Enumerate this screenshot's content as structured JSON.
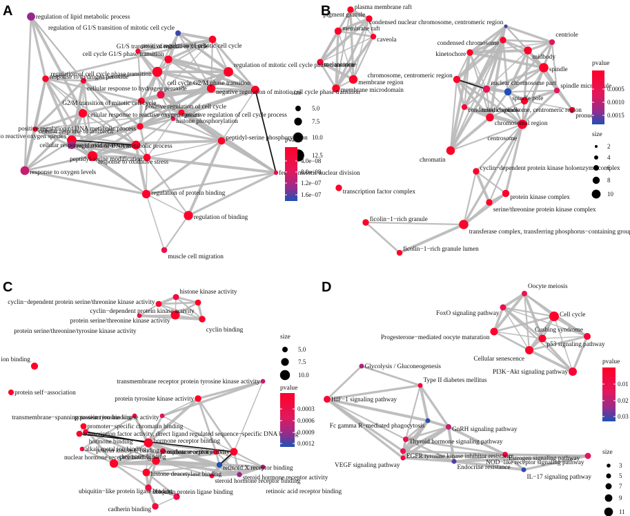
{
  "figure": {
    "panels": [
      {
        "id": "A",
        "letter": "A",
        "nodes": [
          {
            "id": "a1",
            "label": "regulation of lipid metabolic process",
            "pv": 1.3e-07,
            "size": 10.0
          },
          {
            "id": "a2",
            "label": "regulation of G1/S transition of mitotic cell cycle",
            "pv": 1.6e-07,
            "size": 6.5
          },
          {
            "id": "a3",
            "label": "G1/S transition of mitotic cell cycle",
            "pv": 1e-08,
            "size": 9.0
          },
          {
            "id": "a4",
            "label": "positive regulation of mitotic cell cycle",
            "pv": 3e-08,
            "size": 6.0
          },
          {
            "id": "a5",
            "label": "cell cycle G1/S phase transition",
            "pv": 1e-08,
            "size": 9.5
          },
          {
            "id": "a6",
            "label": "regulation of mitotic cell cycle phase transition",
            "pv": 1e-08,
            "size": 12.0
          },
          {
            "id": "a7",
            "label": "response to hydrogen peroxide",
            "pv": 1e-08,
            "size": 8.0
          },
          {
            "id": "a8",
            "label": "regulation of cell cycle phase transition",
            "pv": 1e-08,
            "size": 12.5
          },
          {
            "id": "a9",
            "label": "cellular response to hydrogen peroxide",
            "pv": 2e-08,
            "size": 6.5
          },
          {
            "id": "a10",
            "label": "negative regulation of mitotic cell cycle phase transition",
            "pv": 1e-08,
            "size": 10.5
          },
          {
            "id": "a11",
            "label": "cell cycle G2/M phase transition",
            "pv": 1e-08,
            "size": 10.0
          },
          {
            "id": "a12",
            "label": "G2/M transition of mitotic cell cycle",
            "pv": 5e-08,
            "size": 9.5
          },
          {
            "id": "a13",
            "label": "positive regulation of cell cycle",
            "pv": 1e-08,
            "size": 8.0
          },
          {
            "id": "a14",
            "label": "positive regulation of cell cycle process",
            "pv": 1e-08,
            "size": 7.5
          },
          {
            "id": "a15",
            "label": "cellular response to reactive oxygen species",
            "pv": 1e-08,
            "size": 10.5
          },
          {
            "id": "a16",
            "label": "histone phosphorylation",
            "pv": 5e-08,
            "size": 5.0
          },
          {
            "id": "a17",
            "label": "cellular response to antibiotic",
            "pv": 1e-08,
            "size": 6.0
          },
          {
            "id": "a18",
            "label": "positive regulation of DNA metabolic process",
            "pv": 1e-08,
            "size": 8.0
          },
          {
            "id": "a19",
            "label": "response to reactive oxygen species",
            "pv": 1e-08,
            "size": 12.0
          },
          {
            "id": "a20",
            "label": "cellular response to oxidative stress",
            "pv": 1e-08,
            "size": 11.0
          },
          {
            "id": "a21",
            "label": "regulation of DNA metabolic process",
            "pv": 1.2e-07,
            "size": 10.0
          },
          {
            "id": "a22",
            "label": "peptidyl-serine phosphorylation",
            "pv": 1e-08,
            "size": 9.0
          },
          {
            "id": "a23",
            "label": "response to oxidative stress",
            "pv": 1e-08,
            "size": 12.5
          },
          {
            "id": "a24",
            "label": "peptidyl-serine modification",
            "pv": 1e-08,
            "size": 9.0
          },
          {
            "id": "a25",
            "label": "response to oxygen levels",
            "pv": 1e-07,
            "size": 11.0
          },
          {
            "id": "a26",
            "label": "female meiotic nuclear division",
            "pv": 5e-08,
            "size": 5.0
          },
          {
            "id": "a27",
            "label": "regulation of protein binding",
            "pv": 1e-08,
            "size": 10.5
          },
          {
            "id": "a28",
            "label": "regulation of binding",
            "pv": 1e-08,
            "size": 11.5
          },
          {
            "id": "a29",
            "label": "muscle cell migration",
            "pv": 5e-08,
            "size": 7.0
          }
        ],
        "legend": {
          "size_title": "size",
          "size_ticks": [
            "5.0",
            "7.5",
            "10.0",
            "12.5"
          ],
          "pv_title": "pvalue",
          "pv_ticks": [
            "4.0e−08",
            "8.0e−08",
            "1.2e−07",
            "1.6e−07"
          ]
        }
      },
      {
        "id": "B",
        "letter": "B",
        "nodes": [
          {
            "id": "b1",
            "label": "plasma membrane raft",
            "pv": 0.0001,
            "size": 6
          },
          {
            "id": "b2",
            "label": "pigment granule",
            "pv": 0.0001,
            "size": 6
          },
          {
            "id": "b3",
            "label": "membrane raft",
            "pv": 0.0001,
            "size": 7
          },
          {
            "id": "b4",
            "label": "caveola",
            "pv": 0.0001,
            "size": 5
          },
          {
            "id": "b5",
            "label": "condensed nuclear chromosome, centromeric region",
            "pv": 0.0016,
            "size": 2
          },
          {
            "id": "b6",
            "label": "centriole",
            "pv": 0.0008,
            "size": 5
          },
          {
            "id": "b7",
            "label": "melanosome",
            "pv": 0.0003,
            "size": 6
          },
          {
            "id": "b8",
            "label": "condensed chromosome",
            "pv": 0.0001,
            "size": 6
          },
          {
            "id": "b9",
            "label": "kinetochore",
            "pv": 0.0001,
            "size": 6
          },
          {
            "id": "b10",
            "label": "midbody",
            "pv": 0.0001,
            "size": 8
          },
          {
            "id": "b11",
            "label": "spindle",
            "pv": 0.0001,
            "size": 10
          },
          {
            "id": "b12",
            "label": "chromosome, centromeric region",
            "pv": 0.0002,
            "size": 7
          },
          {
            "id": "b13",
            "label": "nuclear chromosome part",
            "pv": 0.0007,
            "size": 7
          },
          {
            "id": "b14",
            "label": "spindle microtubule",
            "pv": 0.0008,
            "size": 5
          },
          {
            "id": "b15",
            "label": "membrane region",
            "pv": 0.0001,
            "size": 9
          },
          {
            "id": "b16",
            "label": "membrane microdomain",
            "pv": 0.0001,
            "size": 8
          },
          {
            "id": "b17",
            "label": "spindle pole",
            "pv": 0.0017,
            "size": 7
          },
          {
            "id": "b18",
            "label": "mitotic spindle",
            "pv": 0.0001,
            "size": 7
          },
          {
            "id": "b19",
            "label": "condensed chromosome, centromeric region",
            "pv": 0.0003,
            "size": 5
          },
          {
            "id": "b20",
            "label": "pronucleus",
            "pv": 0.0001,
            "size": 5
          },
          {
            "id": "b21",
            "label": "chromosomal region",
            "pv": 0.0001,
            "size": 8
          },
          {
            "id": "b22",
            "label": "centrosome",
            "pv": 0.0001,
            "size": 10
          },
          {
            "id": "b23",
            "label": "chromatin",
            "pv": 0.0001,
            "size": 9
          },
          {
            "id": "b24",
            "label": "cyclin−dependent protein kinase holoenzyme complex",
            "pv": 0.0001,
            "size": 6
          },
          {
            "id": "b25",
            "label": "transcription factor complex",
            "pv": 0.0001,
            "size": 6
          },
          {
            "id": "b26",
            "label": "protein kinase complex",
            "pv": 0.0001,
            "size": 7
          },
          {
            "id": "b27",
            "label": "serine/threonine protein kinase complex",
            "pv": 0.0001,
            "size": 6
          },
          {
            "id": "b28",
            "label": "ficolin−1−rich granule",
            "pv": 0.0001,
            "size": 6
          },
          {
            "id": "b29",
            "label": "transferase complex, transferring phosphorus−containing groups",
            "pv": 0.0001,
            "size": 10
          },
          {
            "id": "b30",
            "label": "ficolin−1−rich granule lumen",
            "pv": 0.0001,
            "size": 5
          }
        ],
        "legend": {
          "pv_title": "pvalue",
          "pv_ticks": [
            "0.0005",
            "0.0010",
            "0.0015"
          ],
          "size_title": "size",
          "size_ticks": [
            "2",
            "4",
            "6",
            "8",
            "10"
          ]
        }
      },
      {
        "id": "C",
        "letter": "C",
        "nodes": [
          {
            "id": "c1",
            "label": "histone kinase activity",
            "pv": 0.0003,
            "size": 6.5
          },
          {
            "id": "c2",
            "label": "cyclin−dependent protein serine/threonine kinase activity",
            "pv": 0.0001,
            "size": 6.5
          },
          {
            "id": "c3",
            "label": "cyclin−dependent protein kinase activity",
            "pv": 0.0001,
            "size": 6.5
          },
          {
            "id": "c4",
            "label": "protein serine/threonine kinase activity",
            "pv": 0.0001,
            "size": 9.5
          },
          {
            "id": "c5",
            "label": "cyclin binding",
            "pv": 0.0001,
            "size": 7.0
          },
          {
            "id": "c6",
            "label": "protein serine/threonine/tyrosine kinase activity",
            "pv": 0.0004,
            "size": 5.0
          },
          {
            "id": "c7",
            "label": "magnesium ion binding",
            "pv": 0.0001,
            "size": 7.5
          },
          {
            "id": "c8",
            "label": "transmembrane receptor protein tyrosine kinase activity",
            "pv": 0.0007,
            "size": 5.0
          },
          {
            "id": "c9",
            "label": "protein self−association",
            "pv": 0.0001,
            "size": 6.0
          },
          {
            "id": "c10",
            "label": "protein tyrosine kinase activity",
            "pv": 0.0001,
            "size": 7.0
          },
          {
            "id": "c11",
            "label": "potassium ion binding",
            "pv": 0.0003,
            "size": 5.0
          },
          {
            "id": "c12",
            "label": "transmembrane−spanning protein tyrosine kinase activity",
            "pv": 0.0005,
            "size": 5.0
          },
          {
            "id": "c13",
            "label": "promoter−specific chromatin binding",
            "pv": 0.0001,
            "size": 6.5
          },
          {
            "id": "c14",
            "label": "transcription factor activity, direct ligand regulated sequence−specific DNA binding",
            "pv": 0.0001,
            "size": 6.5
          },
          {
            "id": "c15",
            "label": "hormone binding",
            "pv": 0.0002,
            "size": 5.5
          },
          {
            "id": "c16",
            "label": "hormone receptor binding",
            "pv": 0.0001,
            "size": 9.5
          },
          {
            "id": "c17",
            "label": "alkali metal ion binding",
            "pv": 0.0003,
            "size": 5.0
          },
          {
            "id": "c18",
            "label": "protein kinase C binding",
            "pv": 0.0002,
            "size": 6.0
          },
          {
            "id": "c19",
            "label": "phosphatase activity",
            "pv": 0.0002,
            "size": 6.0
          },
          {
            "id": "c20",
            "label": "nuclear receptor activity",
            "pv": 0.0001,
            "size": 8.0
          },
          {
            "id": "c21",
            "label": "chromatin binding",
            "pv": 0.0001,
            "size": 9.0
          },
          {
            "id": "c22",
            "label": "nuclear hormone receptor binding",
            "pv": 0.0001,
            "size": 8.5
          },
          {
            "id": "c23",
            "label": "histone deacetylase binding",
            "pv": 0.0001,
            "size": 8.0
          },
          {
            "id": "c24",
            "label": "retinoid X receptor binding",
            "pv": 0.0012,
            "size": 6.0
          },
          {
            "id": "c25",
            "label": "steroid hormone receptor activity",
            "pv": 0.0009,
            "size": 5.5
          },
          {
            "id": "c26",
            "label": "steroid hormone receptor binding",
            "pv": 0.0003,
            "size": 5.0
          },
          {
            "id": "c27",
            "label": "retinoic acid receptor binding",
            "pv": 0.0008,
            "size": 5.0
          },
          {
            "id": "c28",
            "label": "ubiquitin protein ligase binding",
            "pv": 0.0003,
            "size": 7.0
          },
          {
            "id": "c29",
            "label": "ubiquitin−like protein ligase binding",
            "pv": 0.0004,
            "size": 7.0
          },
          {
            "id": "c30",
            "label": "cadherin binding",
            "pv": 0.0003,
            "size": 7.0
          }
        ],
        "legend": {
          "size_title": "size",
          "size_ticks": [
            "5.0",
            "7.5",
            "10.0"
          ],
          "pv_title": "pvalue",
          "pv_ticks": [
            "0.0003",
            "0.0006",
            "0.0009",
            "0.0012"
          ]
        }
      },
      {
        "id": "D",
        "letter": "D",
        "nodes": [
          {
            "id": "d1",
            "label": "Oocyte meiosis",
            "pv": 0.012,
            "size": 5
          },
          {
            "id": "d2",
            "label": "FoxO signaling pathway",
            "pv": 0.01,
            "size": 6
          },
          {
            "id": "d3",
            "label": "Cell cycle",
            "pv": 0.001,
            "size": 11
          },
          {
            "id": "d4",
            "label": "Cushing syndrome",
            "pv": 0.005,
            "size": 7
          },
          {
            "id": "d5",
            "label": "Progesterone−mediated oocyte maturation",
            "pv": 0.002,
            "size": 8
          },
          {
            "id": "d6",
            "label": "p53 signaling pathway",
            "pv": 0.002,
            "size": 8
          },
          {
            "id": "d7",
            "label": "Cellular senescence",
            "pv": 0.001,
            "size": 9
          },
          {
            "id": "d8",
            "label": "PI3K−Akt signaling pathway",
            "pv": 0.004,
            "size": 9
          },
          {
            "id": "d9",
            "label": "Glycolysis / Gluconeogenesis",
            "pv": 0.022,
            "size": 4
          },
          {
            "id": "d10",
            "label": "Type II diabetes mellitus",
            "pv": 0.006,
            "size": 4
          },
          {
            "id": "d11",
            "label": "HIF−1 signaling pathway",
            "pv": 0.004,
            "size": 7
          },
          {
            "id": "d12",
            "label": "Fc gamma R−mediated phagocytosis",
            "pv": 0.033,
            "size": 4
          },
          {
            "id": "d13",
            "label": "GnRH signaling pathway",
            "pv": 0.02,
            "size": 5
          },
          {
            "id": "d14",
            "label": "Thyroid hormone signaling pathway",
            "pv": 0.012,
            "size": 5
          },
          {
            "id": "d15",
            "label": "EGFR tyrosine kinase inhibitor resistance",
            "pv": 0.012,
            "size": 5
          },
          {
            "id": "d16",
            "label": "Estrogen signaling pathway",
            "pv": 0.008,
            "size": 5
          },
          {
            "id": "d17",
            "label": "VEGF signaling pathway",
            "pv": 0.005,
            "size": 4
          },
          {
            "id": "d18",
            "label": "Endocrine resistance",
            "pv": 0.03,
            "size": 4
          },
          {
            "id": "d19",
            "label": "NOD−like receptor signaling pathway",
            "pv": 0.015,
            "size": 6
          },
          {
            "id": "d20",
            "label": "IL−17 signaling pathway",
            "pv": 0.033,
            "size": 4
          }
        ],
        "legend": {
          "pv_title": "pvalue",
          "pv_ticks": [
            "0.01",
            "0.02",
            "0.03"
          ],
          "size_title": "size",
          "size_ticks": [
            "3",
            "5",
            "7",
            "9",
            "11"
          ]
        }
      }
    ]
  }
}
